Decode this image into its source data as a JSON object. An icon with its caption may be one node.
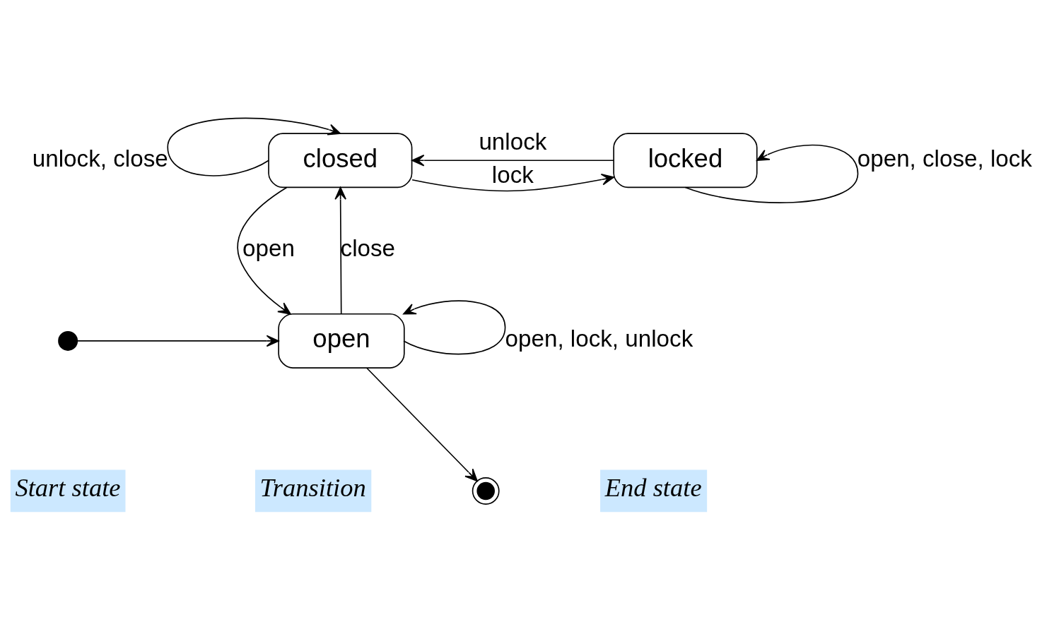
{
  "diagram": {
    "nodes": [
      {
        "text": [
          "closed"
        ]
      },
      {
        "text": [
          "locked"
        ]
      },
      {
        "text": [
          "open"
        ]
      },
      {
        "text": [],
        "shape": "circle"
      },
      {
        "text": [],
        "shape": "circle"
      }
    ],
    "edges": [
      {
        "from": 0,
        "to": 0,
        "arrow": "to",
        "label": "unlock, close"
      },
      {
        "from": 0,
        "to": 1,
        "arrow": "to",
        "label": "lock"
      },
      {
        "from": 1,
        "to": 0,
        "arrow": "to",
        "label": "unlock"
      },
      {
        "from": 1,
        "to": 1,
        "arrow": "to",
        "label": "open, close, lock"
      },
      {
        "from": 0,
        "to": 2,
        "arrow": "to",
        "label": "open"
      },
      {
        "from": 2,
        "to": 0,
        "arrow": "to",
        "label": "close"
      },
      {
        "from": 2,
        "to": 2,
        "arrow": "to",
        "label": "open, lock, unlock"
      },
      {
        "from": 3,
        "to": 2,
        "arrow": "to"
      },
      {
        "from": 2,
        "to": 4,
        "arrow": "to"
      }
    ],
    "labels": [
      "Start state",
      "Transition",
      "End state"
    ]
  }
}
